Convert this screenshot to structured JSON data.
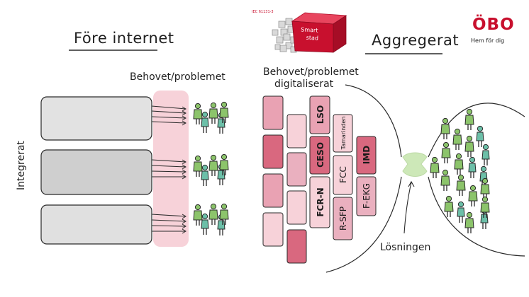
{
  "left_title": "Före internet",
  "right_title": "Aggregerat",
  "left_need_label": "Behovet/problemet",
  "right_need_label_line1": "Behovet/problemet",
  "right_need_label_line2": "digitaliserat",
  "vertical_label": "Integrerat",
  "solution_label": "Lösningen",
  "cube_text_line1": "Smart",
  "cube_text_line2": "stad",
  "tiny_text": "IEC 61131-3",
  "logo_text": "ÖBO",
  "logo_tagline": "Hem för dig",
  "blocks": [
    {
      "label": "LSO"
    },
    {
      "label": "CESO"
    },
    {
      "label": "FCR-N"
    },
    {
      "label": "Tamarinden"
    },
    {
      "label": "FCC"
    },
    {
      "label": "R-SFP"
    },
    {
      "label": "IMD"
    },
    {
      "label": "F-EKG"
    }
  ],
  "colors": {
    "brand": "#c8102e",
    "pink_band": "#f7d2d9",
    "people_green": "#8cc46b",
    "people_teal": "#6cbfa8",
    "connector_green": "#cde8b8"
  }
}
